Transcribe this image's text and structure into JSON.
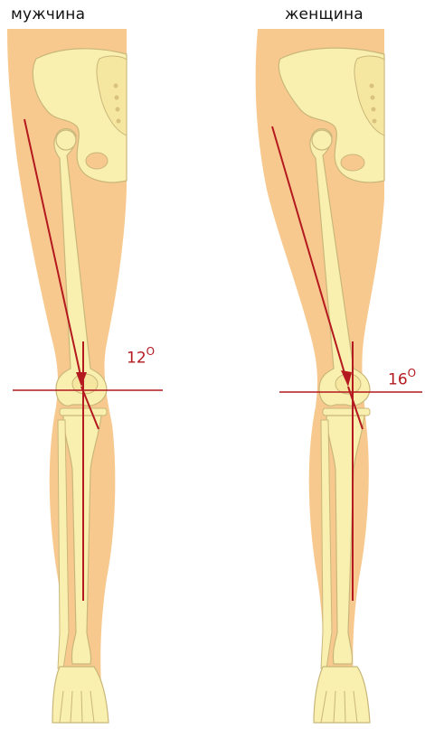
{
  "figures": [
    {
      "title": "мужчина",
      "angle_value": "12",
      "angle_unit": "O"
    },
    {
      "title": "женщина",
      "angle_value": "16",
      "angle_unit": "O"
    }
  ],
  "colors": {
    "skin": "#f8c98f",
    "bone": "#f9efae",
    "bone_outline": "#c9b77a",
    "axis_line": "#b3191f"
  }
}
